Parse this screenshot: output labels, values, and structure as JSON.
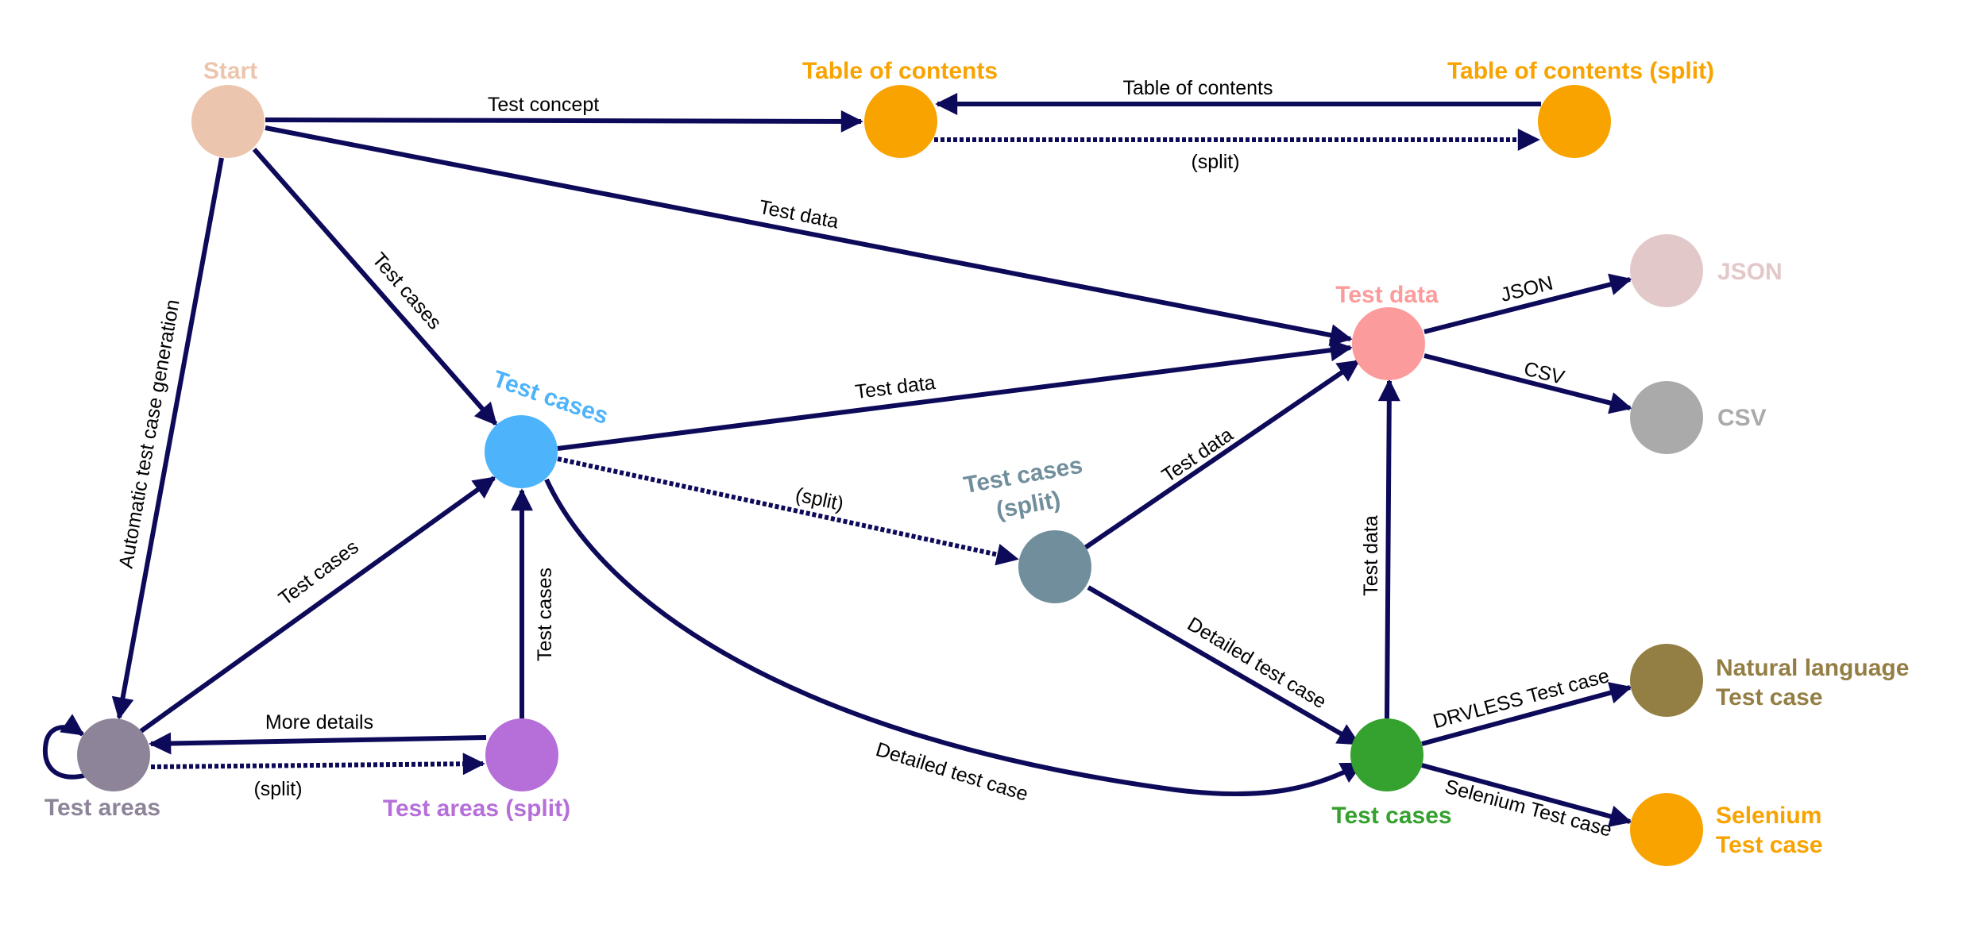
{
  "diagram": {
    "edge_color": "#0e0a5a",
    "nodes": {
      "start": {
        "label": "Start",
        "color": "#ecc5ae"
      },
      "toc": {
        "label": "Table of contents",
        "color": "#f8a300"
      },
      "toc_split": {
        "label": "Table of contents (split)",
        "color": "#f8a300"
      },
      "test_data": {
        "label": "Test data",
        "color": "#fb9b9b"
      },
      "json": {
        "label": "JSON",
        "color": "#e3c8c9"
      },
      "csv": {
        "label": "CSV",
        "color": "#aaaaaa"
      },
      "test_cases": {
        "label": "Test cases",
        "color": "#4db3fb"
      },
      "test_cases_split": {
        "label_lines": [
          "Test cases",
          "(split)"
        ],
        "color": "#718e9c"
      },
      "test_areas": {
        "label": "Test areas",
        "color": "#8e8499"
      },
      "test_areas_split": {
        "label": "Test areas (split)",
        "color": "#b66fd9"
      },
      "test_cases_final": {
        "label": "Test cases",
        "color": "#35a12e"
      },
      "natural_language": {
        "label_lines": [
          "Natural language",
          "Test case"
        ],
        "color": "#937e44"
      },
      "selenium": {
        "label_lines": [
          "Selenium",
          "Test case"
        ],
        "color": "#f8a300"
      }
    },
    "edges": {
      "start_toc": {
        "from": "start",
        "to": "toc",
        "label": "Test concept",
        "style": "solid"
      },
      "tocsplit_toc": {
        "from": "toc_split",
        "to": "toc",
        "label": "Table of contents",
        "style": "solid"
      },
      "toc_tocsplit": {
        "from": "toc",
        "to": "toc_split",
        "label": "(split)",
        "style": "dotted"
      },
      "start_testdata": {
        "from": "start",
        "to": "test_data",
        "label": "Test data",
        "style": "solid"
      },
      "start_testcases": {
        "from": "start",
        "to": "test_cases",
        "label": "Test cases",
        "style": "solid"
      },
      "start_testareas": {
        "from": "start",
        "to": "test_areas",
        "label": "Automatic test case generation",
        "style": "solid"
      },
      "testdata_json": {
        "from": "test_data",
        "to": "json",
        "label": "JSON",
        "style": "solid"
      },
      "testdata_csv": {
        "from": "test_data",
        "to": "csv",
        "label": "CSV",
        "style": "solid"
      },
      "testcases_testdata": {
        "from": "test_cases",
        "to": "test_data",
        "label": "Test data",
        "style": "solid"
      },
      "testcases_split": {
        "from": "test_cases",
        "to": "test_cases_split",
        "label": "(split)",
        "style": "dotted"
      },
      "split_testdata": {
        "from": "test_cases_split",
        "to": "test_data",
        "label": "Test data",
        "style": "solid"
      },
      "split_final": {
        "from": "test_cases_split",
        "to": "test_cases_final",
        "label": "Detailed test case",
        "style": "solid"
      },
      "testcases_final": {
        "from": "test_cases",
        "to": "test_cases_final",
        "label": "Detailed test case",
        "style": "solid"
      },
      "final_testdata": {
        "from": "test_cases_final",
        "to": "test_data",
        "label": "Test data",
        "style": "solid"
      },
      "final_natural": {
        "from": "test_cases_final",
        "to": "natural_language",
        "label": "DRVLESS Test case",
        "style": "solid"
      },
      "final_selenium": {
        "from": "test_cases_final",
        "to": "selenium",
        "label": "Selenium Test case",
        "style": "solid"
      },
      "areas_testcases": {
        "from": "test_areas",
        "to": "test_cases",
        "label": "Test cases",
        "style": "solid"
      },
      "areassplit_testcases": {
        "from": "test_areas_split",
        "to": "test_cases",
        "label": "Test cases",
        "style": "solid"
      },
      "areassplit_areas": {
        "from": "test_areas_split",
        "to": "test_areas",
        "label": "More details",
        "style": "solid"
      },
      "areas_areassplit": {
        "from": "test_areas",
        "to": "test_areas_split",
        "label": "(split)",
        "style": "dotted"
      },
      "areas_self": {
        "from": "test_areas",
        "to": "test_areas",
        "label": "",
        "style": "solid"
      }
    }
  }
}
